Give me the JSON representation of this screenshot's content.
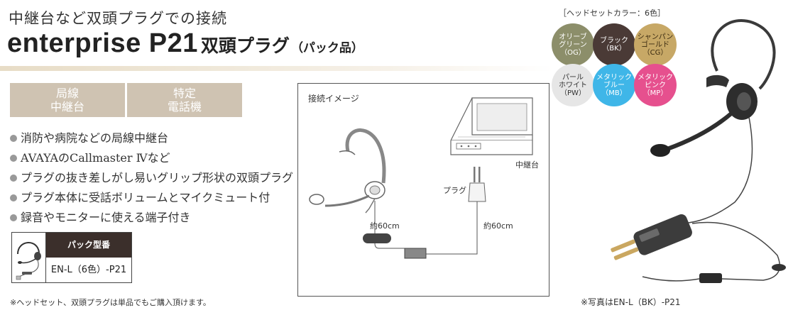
{
  "header": {
    "subtitle": "中継台など双頭プラグでの接続",
    "title_main": "enterprise P21",
    "title_jp": "双頭プラグ",
    "title_paren": "（パック品）"
  },
  "tags": [
    {
      "line1": "局線",
      "line2": "中継台"
    },
    {
      "line1": "特定",
      "line2": "電話機"
    }
  ],
  "features": [
    "消防や病院などの局線中継台",
    "AVAYAのCallmaster Ⅳなど",
    "プラグの抜き差しがし易いグリップ形状の双頭プラグ",
    "プラグ本体に受話ボリュームとマイクミュート付",
    "録音やモニターに使える端子付き"
  ],
  "model_table": {
    "header": "パック型番",
    "value": "EN-L（6色）-P21"
  },
  "footnote": "※ヘッドセット、双頭プラグは単品でもご購入頂けます。",
  "diagram": {
    "title": "接続イメージ",
    "console_label": "中継台",
    "plug_label": "プラグ",
    "length_left": "約60cm",
    "length_right": "約60cm"
  },
  "colors": {
    "caption": "［ヘッドセットカラー：6色］",
    "swatches": [
      {
        "lines": [
          "オリーブ",
          "グリーン",
          "（OG）"
        ],
        "color": "#8c8e6a",
        "text_color": "#ffffff"
      },
      {
        "lines": [
          "ブラック",
          "（BK）"
        ],
        "color": "#4a3a36",
        "text_color": "#ffffff"
      },
      {
        "lines": [
          "シャンパン",
          "ゴールド",
          "（CG）"
        ],
        "color": "#c7a866",
        "text_color": "#3a2a10"
      },
      {
        "lines": [
          "パール",
          "ホワイト",
          "（PW）"
        ],
        "color": "#e6e6e6",
        "text_color": "#333333"
      },
      {
        "lines": [
          "メタリック",
          "ブルー",
          "（MB）"
        ],
        "color": "#3fb6e8",
        "text_color": "#ffffff"
      },
      {
        "lines": [
          "メタリック",
          "ピンク",
          "（MP）"
        ],
        "color": "#e6508e",
        "text_color": "#ffffff"
      }
    ]
  },
  "photo_caption": "※写真はEN-L（BK）-P21"
}
